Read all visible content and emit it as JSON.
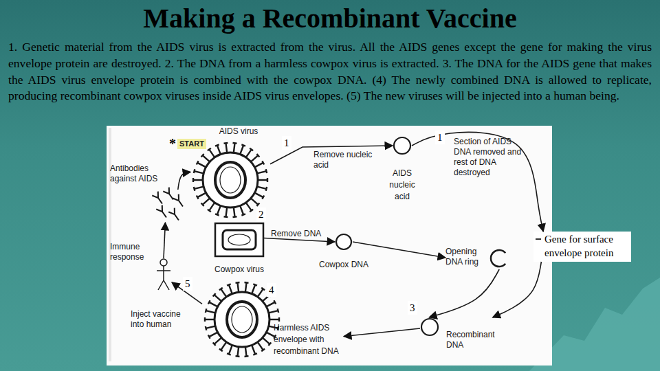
{
  "diagram": {
    "title": "Making a Recombinant Vaccine",
    "caption": "1. Genetic material from the AIDS virus is extracted from the virus. All the AIDS genes except the gene for making the virus envelope protein are destroyed. 2. The DNA from a harmless cowpox virus is extracted. 3. The DNA for the AIDS gene that makes the AIDS virus envelope protein is combined with the cowpox DNA. (4) The newly combined DNA is allowed to replicate, producing recombinant cowpox viruses inside AIDS virus envelopes. (5) The new viruses will be injected into a human being.",
    "nodes": [
      {
        "text": [
          "AIDS virus"
        ]
      },
      {
        "text": [
          "AIDS nucleic acid"
        ]
      },
      {
        "text": [
          "Gene for surface envelope protein"
        ]
      },
      {
        "text": [
          "Cowpox virus"
        ]
      },
      {
        "text": [
          "Cowpox DNA"
        ]
      },
      {
        "text": [
          "Opening DNA ring"
        ]
      },
      {
        "text": [
          "Recombinant DNA"
        ]
      },
      {
        "text": [
          "Harmless AIDS envelope with recombinant DNA"
        ]
      },
      {
        "text": [
          "Inject vaccine into human"
        ]
      },
      {
        "text": [
          "Antibodies against AIDS"
        ]
      }
    ],
    "edges": [
      {
        "from": 0,
        "to": 1,
        "label": "Remove nucleic acid",
        "arrow": "to"
      },
      {
        "from": 1,
        "to": 2,
        "label": "Section of AIDS DNA removed and rest of DNA destroyed",
        "arrow": "to"
      },
      {
        "from": 3,
        "to": 4,
        "label": "Remove DNA",
        "arrow": "to"
      },
      {
        "from": 4,
        "to": 5,
        "arrow": "to"
      },
      {
        "from": 2,
        "to": 6,
        "arrow": "to"
      },
      {
        "from": 5,
        "to": 6,
        "arrow": "to"
      },
      {
        "from": 6,
        "to": 7,
        "arrow": "to"
      },
      {
        "from": 7,
        "to": 8,
        "arrow": "to"
      },
      {
        "from": 8,
        "to": 9,
        "label": "Immune response",
        "arrow": "to"
      },
      {
        "from": 9,
        "to": 0,
        "arrow": "to"
      }
    ],
    "labels": [
      "*",
      "START",
      "1",
      "1",
      "2",
      "5",
      "4",
      "3"
    ]
  }
}
